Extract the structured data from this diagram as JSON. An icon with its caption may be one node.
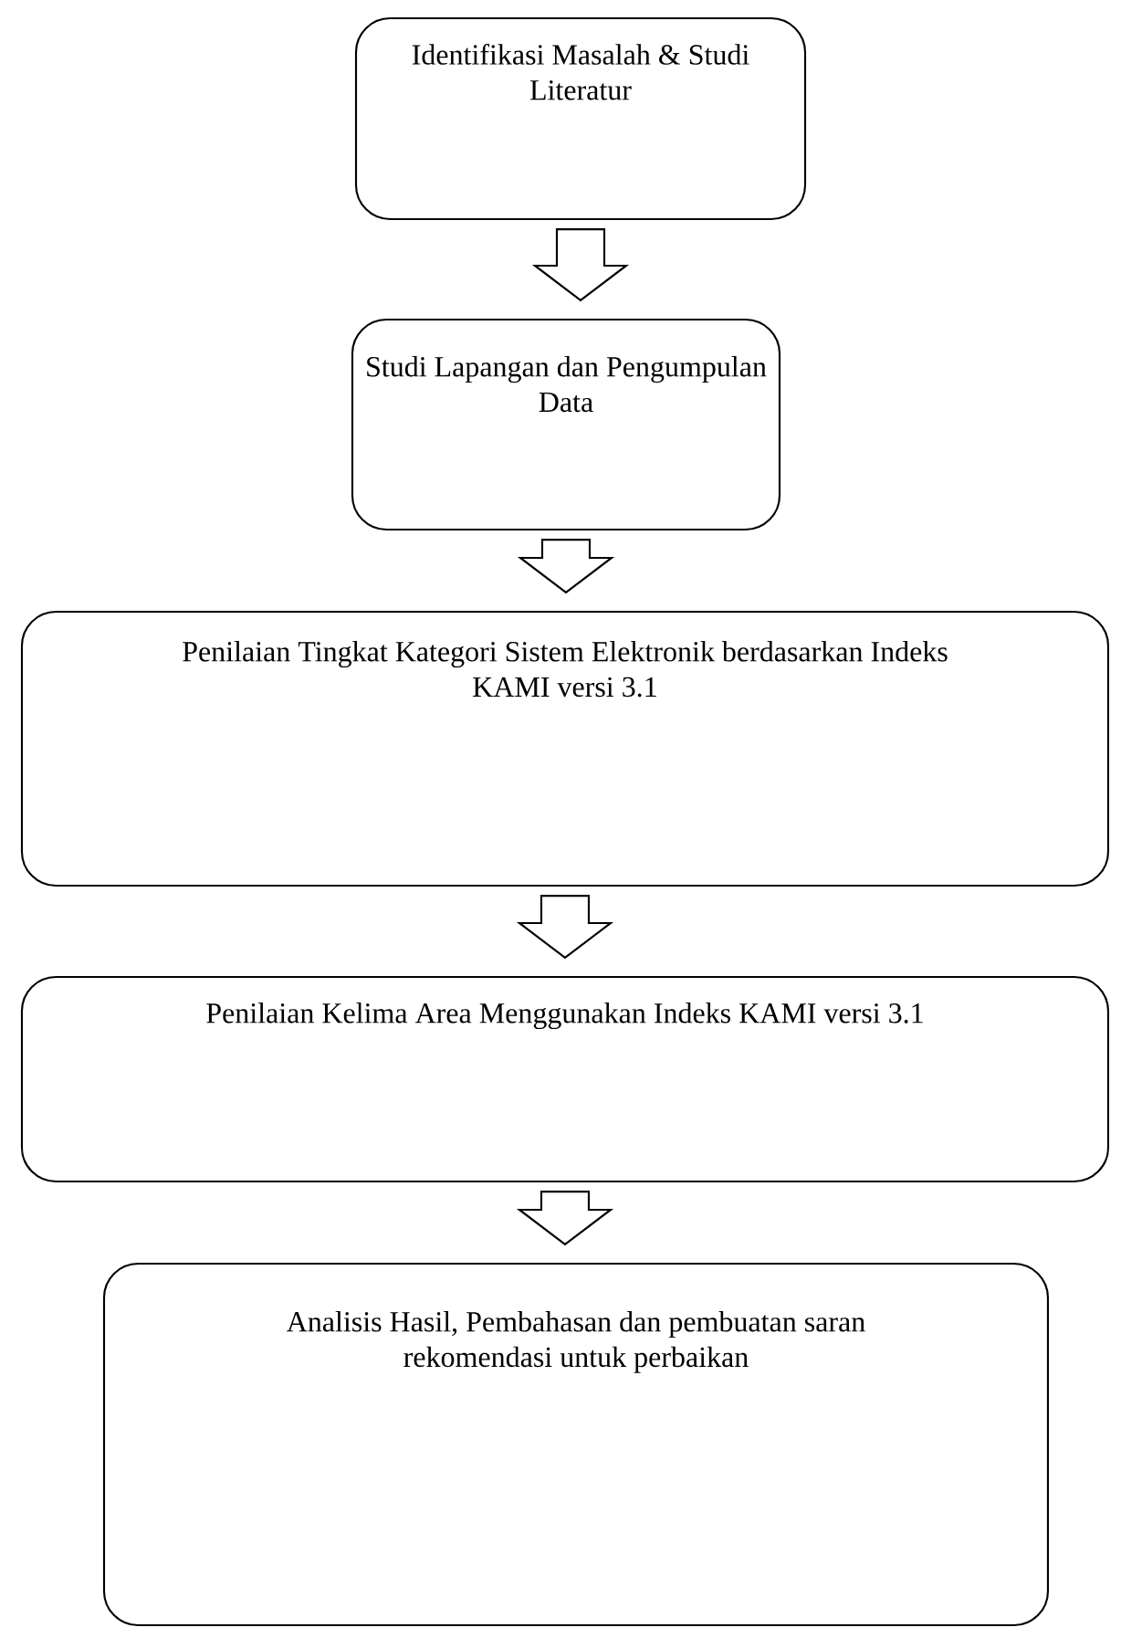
{
  "diagram": {
    "nodes": [
      {
        "text": [
          "Identifikasi Masalah & Studi Literatur"
        ]
      },
      {
        "text": [
          "Studi Lapangan dan Pengumpulan Data"
        ]
      },
      {
        "text": [
          "Penilaian Tingkat Kategori Sistem Elektronik berdasarkan Indeks KAMI versi 3.1"
        ]
      },
      {
        "text": [
          "Penilaian Kelima Area Menggunakan Indeks KAMI versi 3.1"
        ]
      },
      {
        "text": [
          "Analisis Hasil, Pembahasan dan pembuatan saran rekomendasi untuk perbaikan"
        ]
      }
    ],
    "edges": [
      {
        "from": 0,
        "to": 1,
        "arrow": "to"
      },
      {
        "from": 1,
        "to": 2,
        "arrow": "to"
      },
      {
        "from": 2,
        "to": 3,
        "arrow": "to"
      },
      {
        "from": 3,
        "to": 4,
        "arrow": "to"
      }
    ]
  }
}
